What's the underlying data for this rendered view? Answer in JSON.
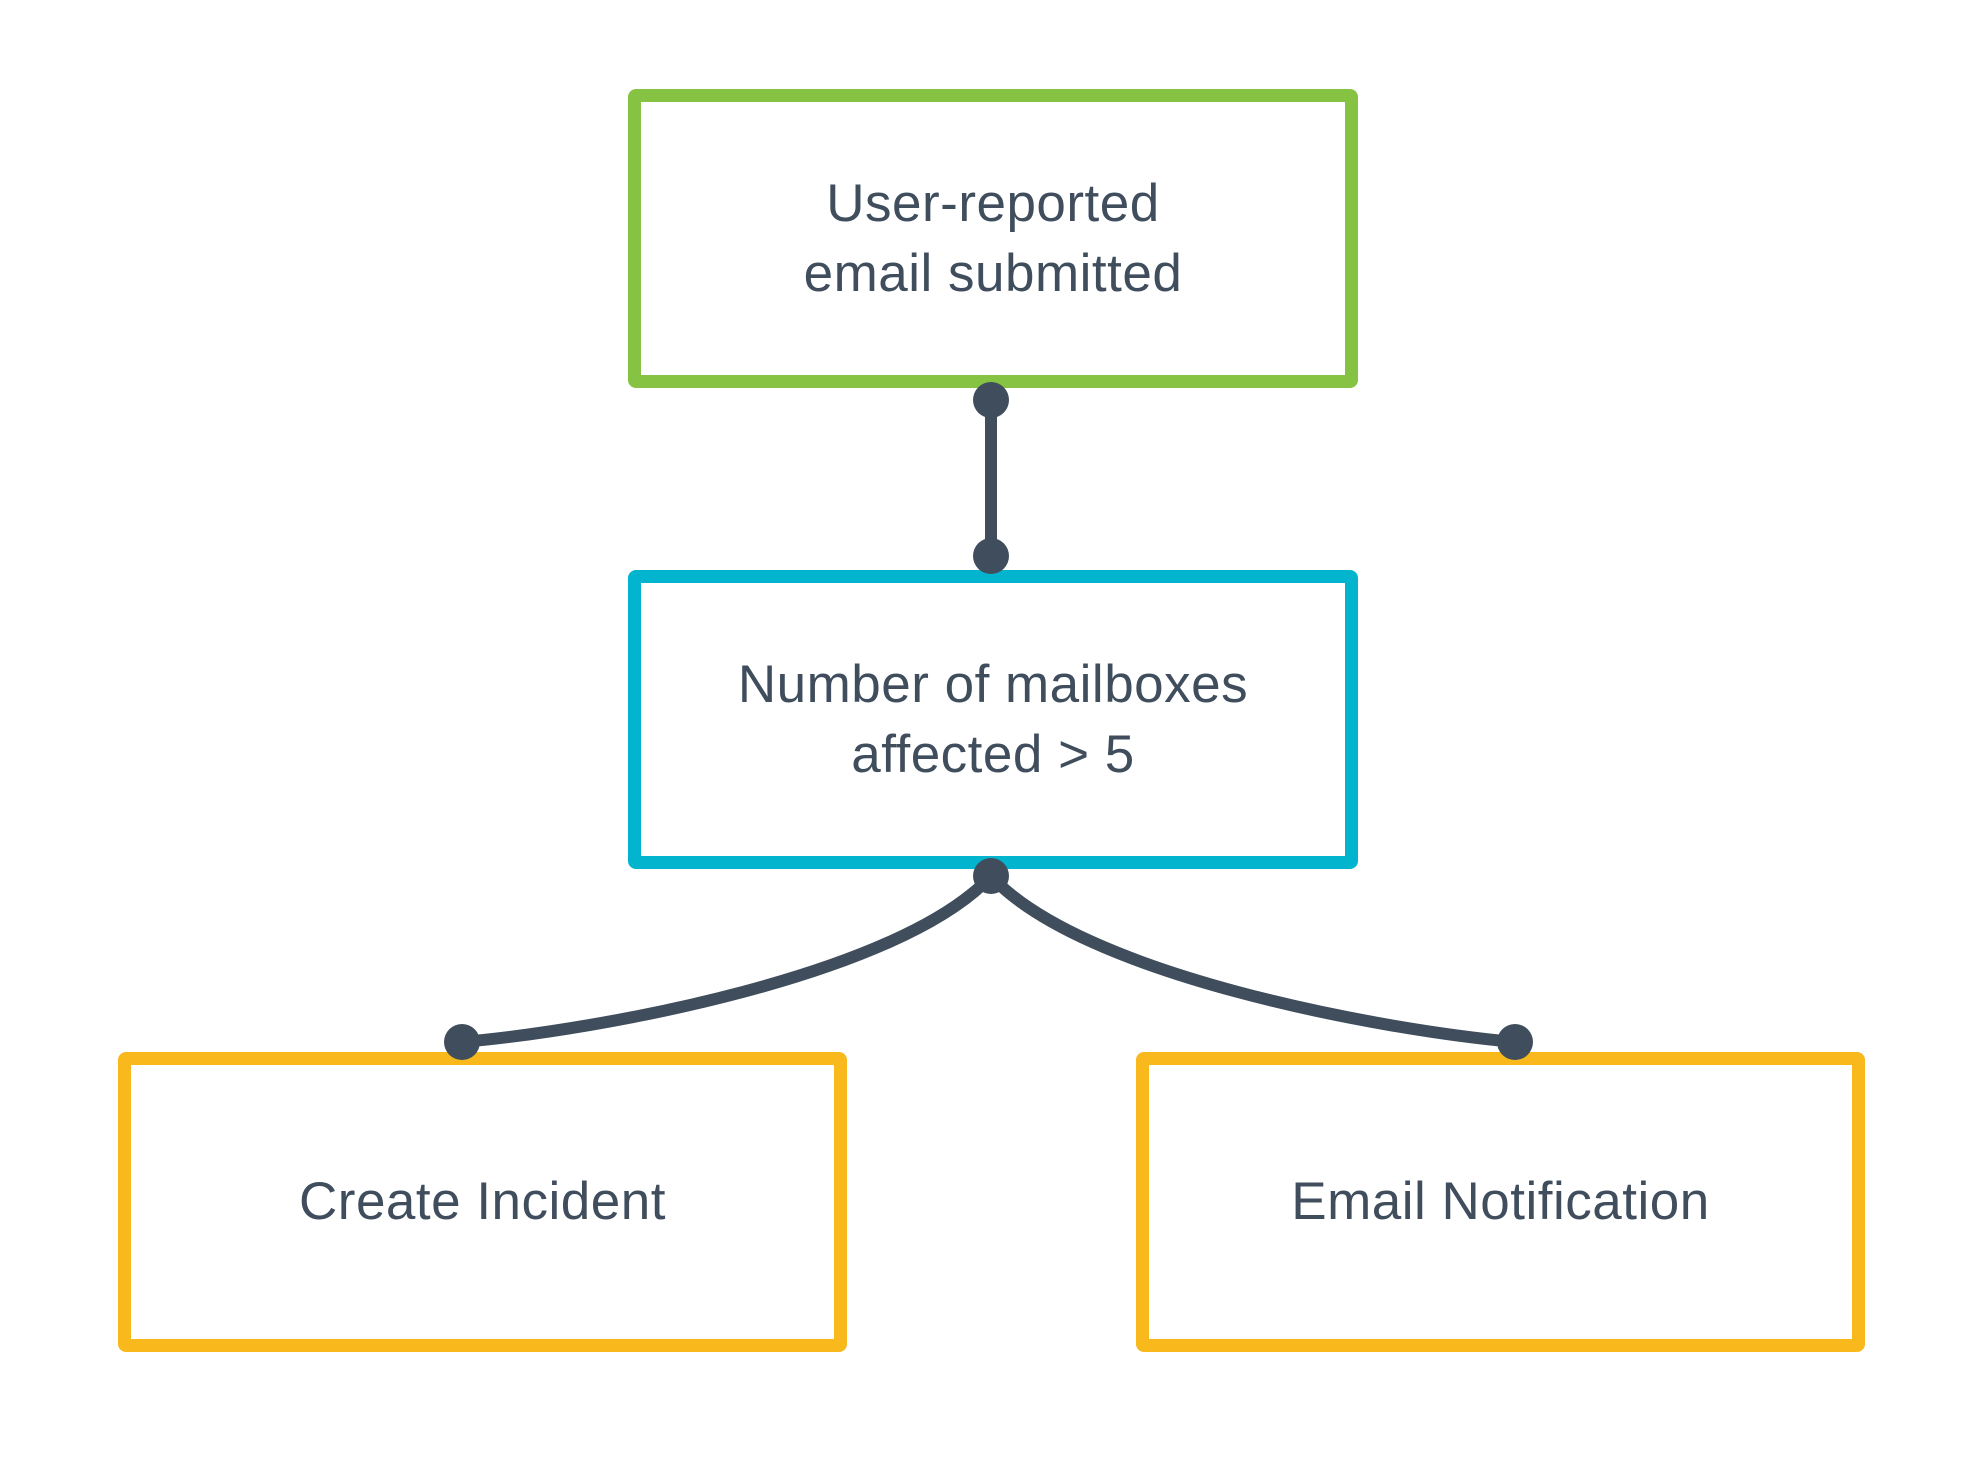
{
  "colors": {
    "connector": "#3f4d5c",
    "trigger_border": "#86c343",
    "condition_border": "#03b4cf",
    "action_border": "#f9b81c",
    "text": "#3f4d5c"
  },
  "nodes": {
    "trigger": {
      "line1": "User-reported",
      "line2": "email submitted"
    },
    "condition": {
      "line1": "Number of mailboxes",
      "line2": "affected > 5"
    },
    "action_incident": {
      "label": "Create Incident"
    },
    "action_notify": {
      "label": "Email Notification"
    }
  }
}
